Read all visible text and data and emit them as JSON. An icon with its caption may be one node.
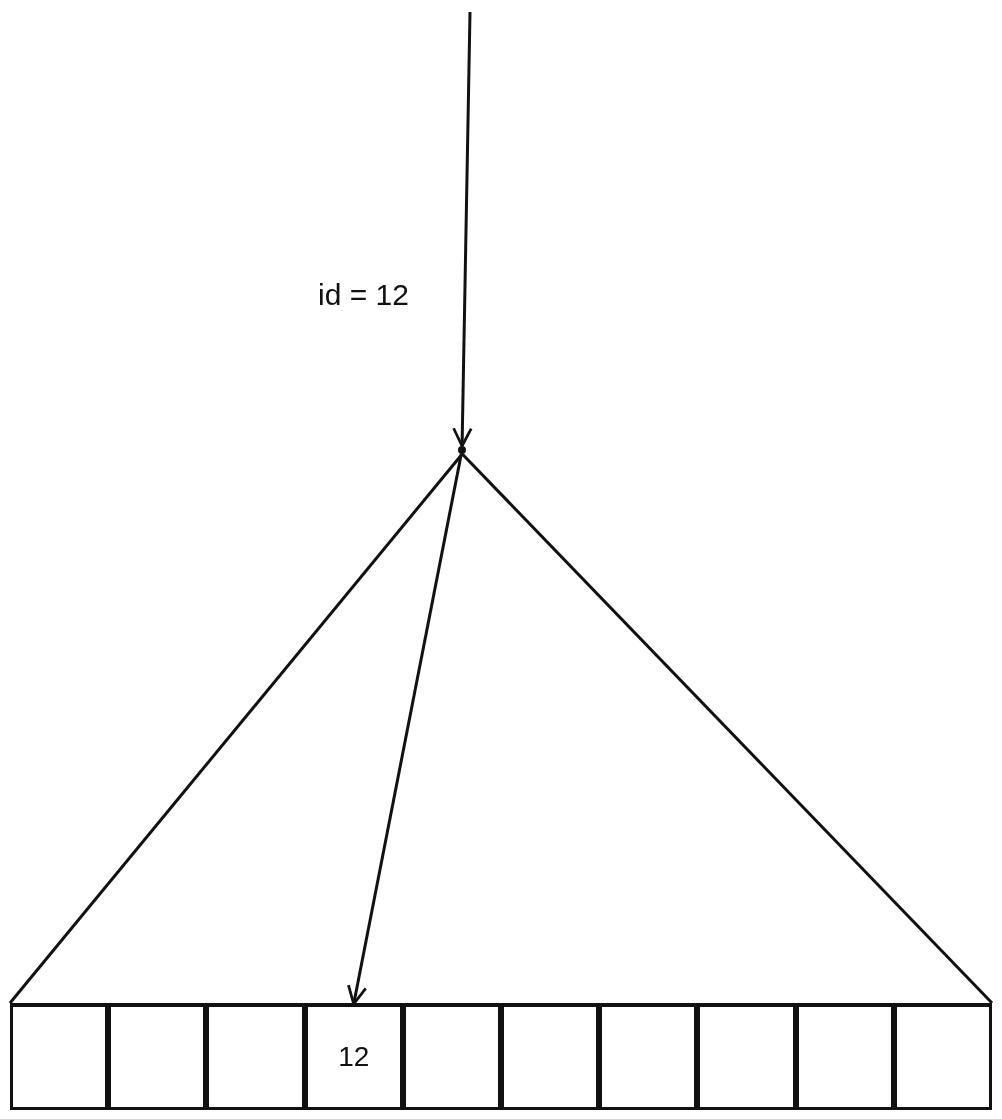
{
  "diagram": {
    "nodes": [
      {
        "text": [],
        "shape": "point"
      },
      {
        "text": [],
        "shape": "bar"
      },
      {
        "text": [],
        "shape": "box",
        "in": 1
      },
      {
        "text": [],
        "shape": "box",
        "in": 1
      },
      {
        "text": [],
        "shape": "box",
        "in": 1
      },
      {
        "text": [
          "12"
        ],
        "in": 1
      },
      {
        "text": [],
        "shape": "box",
        "in": 1
      },
      {
        "text": [],
        "shape": "box",
        "in": 1
      },
      {
        "text": [],
        "shape": "box",
        "in": 1
      },
      {
        "text": [],
        "shape": "box",
        "in": 1
      },
      {
        "text": [],
        "shape": "box",
        "in": 1
      },
      {
        "text": [],
        "shape": "box",
        "in": 1
      }
    ],
    "edges": [
      {
        "from": null,
        "to": 0,
        "arrow": "to",
        "label": "id = 12"
      },
      {
        "from": 0,
        "to": 1,
        "arrow": "none"
      },
      {
        "from": 0,
        "to": 1,
        "arrow": "none"
      },
      {
        "from": 0,
        "to": 5,
        "arrow": "to"
      }
    ]
  }
}
